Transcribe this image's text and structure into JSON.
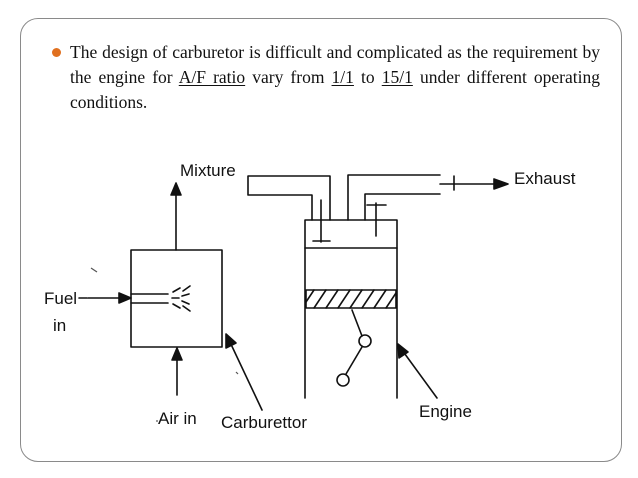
{
  "slide": {
    "bullet": {
      "part1": "The design of carburetor is difficult and complicated as the requirement by the engine for ",
      "term_af": "A/F ratio",
      "part2": " vary from ",
      "ratio_low": "1/1",
      "part3": " to ",
      "ratio_high": "15/1",
      "part4": " under different operating conditions."
    },
    "accent_color": "#e0701f"
  },
  "diagram": {
    "labels": {
      "mixture": "Mixture",
      "exhaust": "Exhaust",
      "fuel_line1": "Fuel",
      "fuel_line2": "in",
      "air_in": "Air in",
      "carburettor": "Carburettor",
      "engine": "Engine"
    }
  }
}
